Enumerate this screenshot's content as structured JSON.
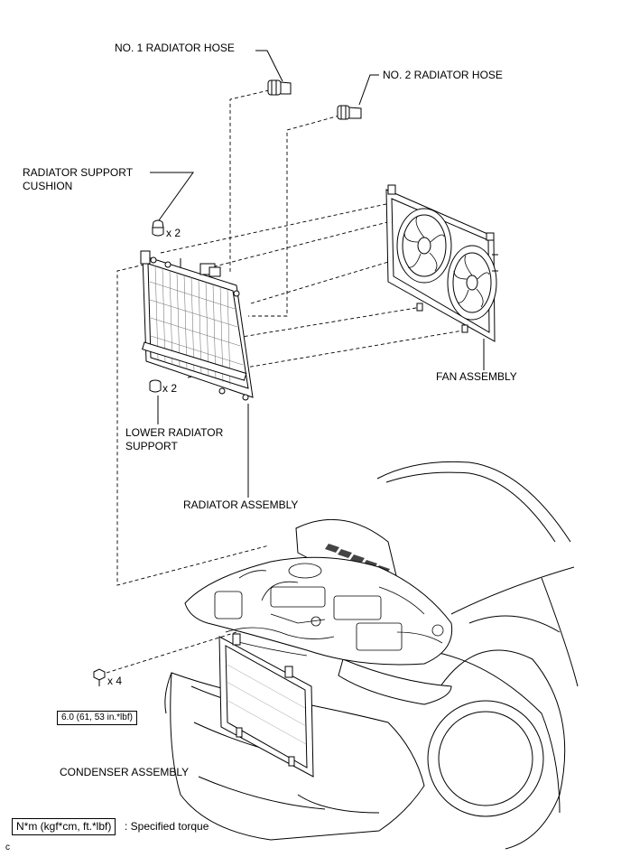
{
  "labels": {
    "no1_hose": "NO. 1 RADIATOR HOSE",
    "no2_hose": "NO. 2 RADIATOR HOSE",
    "support_cushion_1": "RADIATOR SUPPORT",
    "support_cushion_2": "CUSHION",
    "lower_support_1": "LOWER RADIATOR",
    "lower_support_2": "SUPPORT",
    "fan_assembly": "FAN ASSEMBLY",
    "radiator_assembly": "RADIATOR ASSEMBLY",
    "condenser_assembly": "CONDENSER ASSEMBLY"
  },
  "quantities": {
    "upper_cushion": "x 2",
    "lower_support": "x 2",
    "bolts": "x 4"
  },
  "torque": {
    "value": "6.0 (61, 53 in.*lbf)"
  },
  "legend": {
    "unit": "N*m (kgf*cm, ft.*lbf)",
    "description": ": Specified torque"
  },
  "corner_mark": "c"
}
